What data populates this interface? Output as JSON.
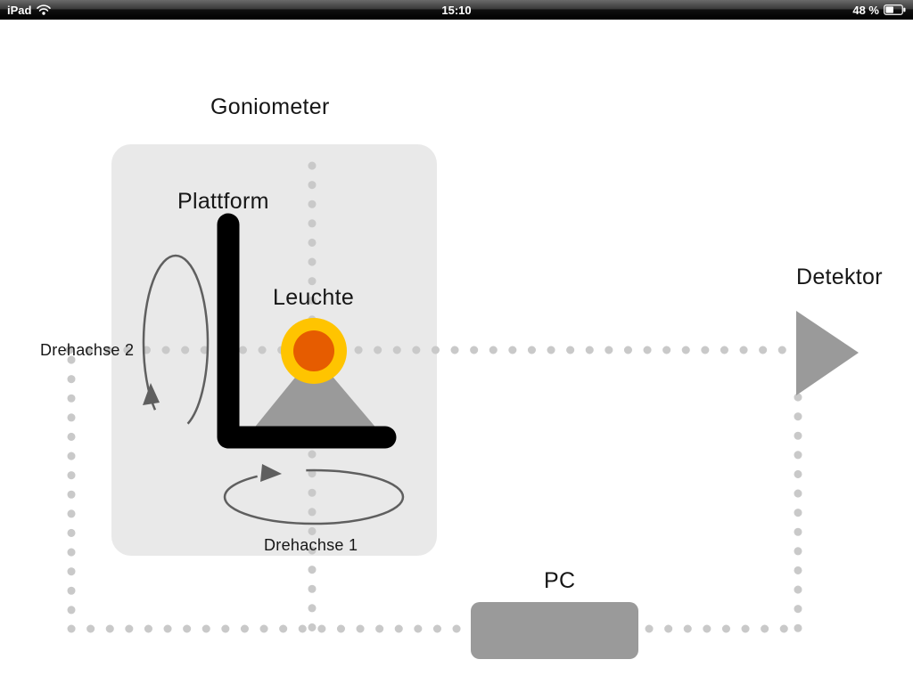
{
  "status_bar": {
    "device": "iPad",
    "time": "15:10",
    "battery_percent": "48 %"
  },
  "diagram": {
    "labels": {
      "goniometer": "Goniometer",
      "plattform": "Plattform",
      "leuchte": "Leuchte",
      "drehachse2": "Drehachse 2",
      "drehachse1": "Drehachse 1",
      "detektor": "Detektor",
      "pc": "PC"
    },
    "colors": {
      "background": "#ffffff",
      "goniometer_box": "#e9e9e9",
      "platform": "#000000",
      "lamp_outer": "#ffc400",
      "lamp_inner": "#e65c00",
      "gray_elements": "#9a9a9a",
      "dotted_lines": "#c9c9c9",
      "rotation_arrows": "#5f5f5f"
    }
  }
}
